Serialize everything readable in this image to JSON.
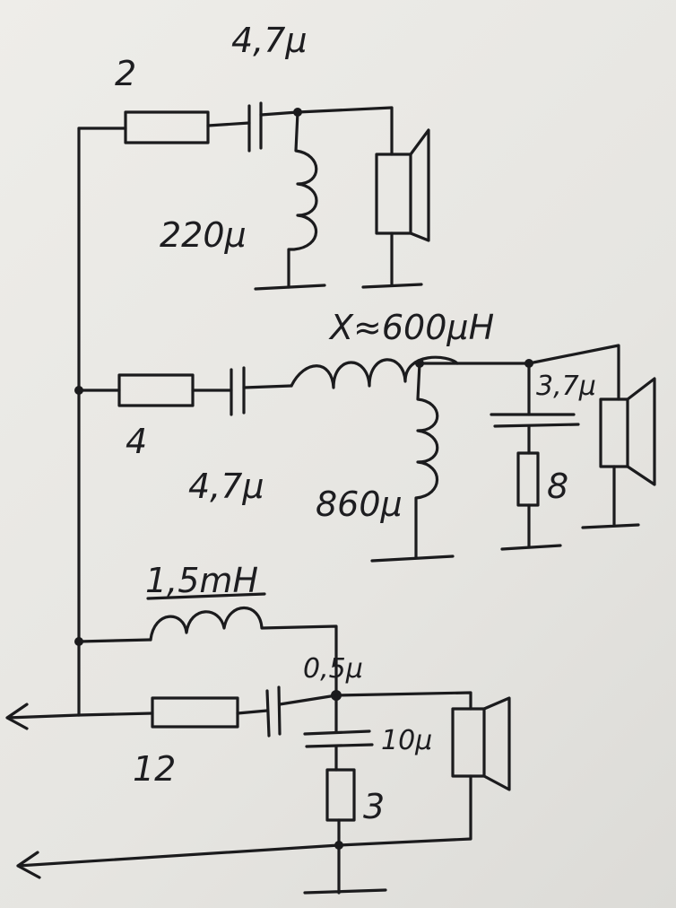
{
  "title": "Hand-drawn three-way speaker crossover schematic",
  "top_branch": {
    "resistor": "2",
    "capacitor": "4,7μ",
    "inductor": "220μ"
  },
  "middle_branch": {
    "inductor_series": "X≈600μH",
    "resistor": "4",
    "capacitor": "4,7μ",
    "inductor_shunt": "860μ",
    "zobel_capacitor": "3,7μ",
    "zobel_resistor": "8"
  },
  "bottom_branch": {
    "inductor_bypass": "1,5mH",
    "capacitor": "0,5μ",
    "resistor": "12",
    "zobel_capacitor": "10μ",
    "zobel_resistor": "3"
  }
}
